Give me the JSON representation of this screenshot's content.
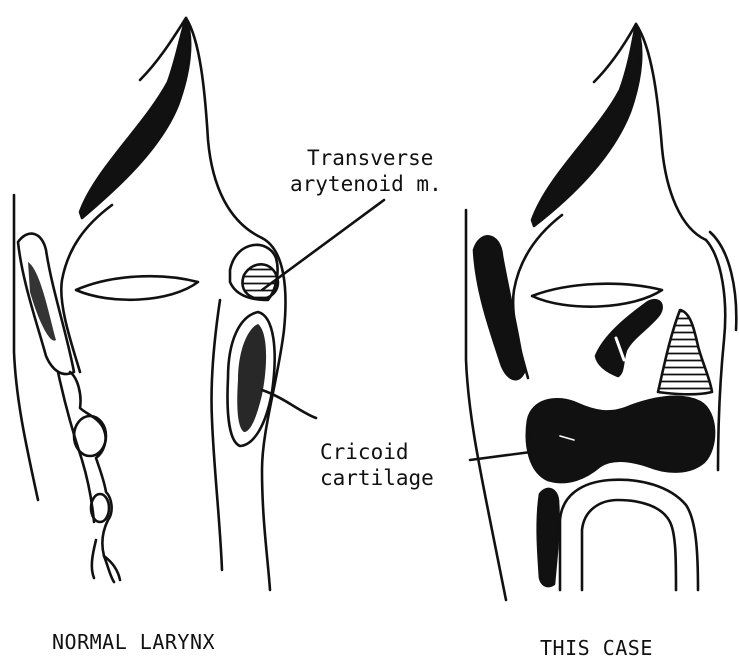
{
  "labels": {
    "transverse_line1": "Transverse",
    "transverse_line2": "arytenoid m.",
    "cricoid_line1": "Cricoid",
    "cricoid_line2": "cartilage"
  },
  "captions": {
    "left": "NORMAL LARYNX",
    "right": "THIS CASE"
  },
  "colors": {
    "ink": "#111111",
    "paper": "#ffffff"
  }
}
